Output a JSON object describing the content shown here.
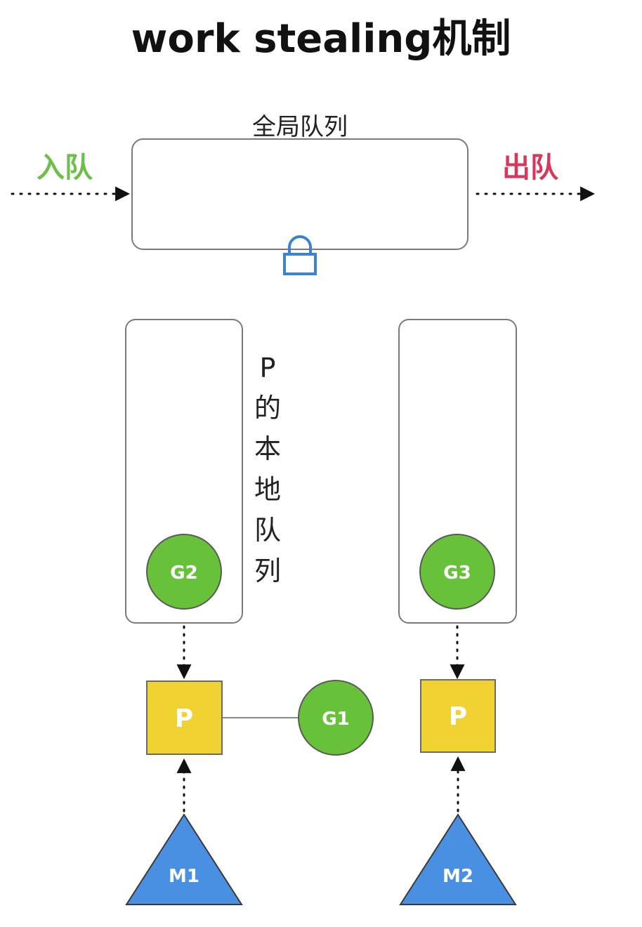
{
  "title": "work stealing机制",
  "global_queue": {
    "label": "全局队列",
    "enqueue_label": "入队",
    "dequeue_label": "出队",
    "lock_icon": "lock-icon"
  },
  "local_queue_label": [
    "P",
    "的",
    "本",
    "地",
    "队",
    "列"
  ],
  "processors": [
    {
      "label": "P",
      "queued_goroutine": "G2",
      "running_goroutine": "G1",
      "machine": "M1"
    },
    {
      "label": "P",
      "queued_goroutine": "G3",
      "running_goroutine": "",
      "machine": "M2"
    }
  ],
  "colors": {
    "enqueue": "#6cc04a",
    "dequeue": "#d9365b",
    "goroutine": "#67c23a",
    "processor": "#f0d232",
    "machine": "#4a90e2",
    "lock": "#3b82d1"
  }
}
